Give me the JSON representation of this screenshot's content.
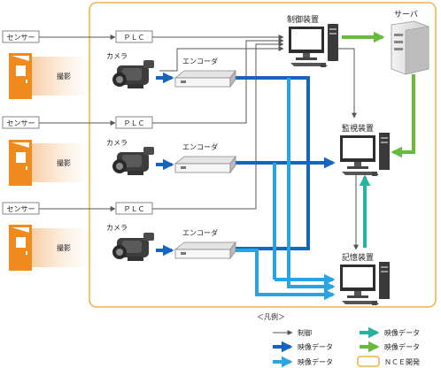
{
  "labels": {
    "sensor": "センサー",
    "plc": "ＰＬＣ",
    "camera": "カメラ",
    "encoder": "エンコーダ",
    "shooting": "撮影",
    "control_device": "制御装置",
    "monitor_device": "監視装置",
    "storage_device": "記憶装置",
    "server": "サーバ"
  },
  "legend": {
    "title": "＜凡例＞",
    "items": [
      {
        "kind": "control",
        "label": "制御",
        "color": "#555555"
      },
      {
        "kind": "video-dark",
        "label": "映像データ",
        "color": "#1565c0"
      },
      {
        "kind": "video-light",
        "label": "映像データ",
        "color": "#29a3e3"
      },
      {
        "kind": "video-teal",
        "label": "映像データ",
        "color": "#26b3a0"
      },
      {
        "kind": "video-green",
        "label": "映像データ",
        "color": "#66bb3a"
      },
      {
        "kind": "nce-scope",
        "label": "ＮＣＥ開発",
        "color": "#f4b44a"
      }
    ]
  },
  "colors": {
    "frame": "#f4b44a",
    "door": "#f08a1c",
    "dark_blue": "#1565c0",
    "light_blue": "#29a3e3",
    "teal": "#26b3a0",
    "green": "#66bb3a",
    "control": "#555555"
  }
}
